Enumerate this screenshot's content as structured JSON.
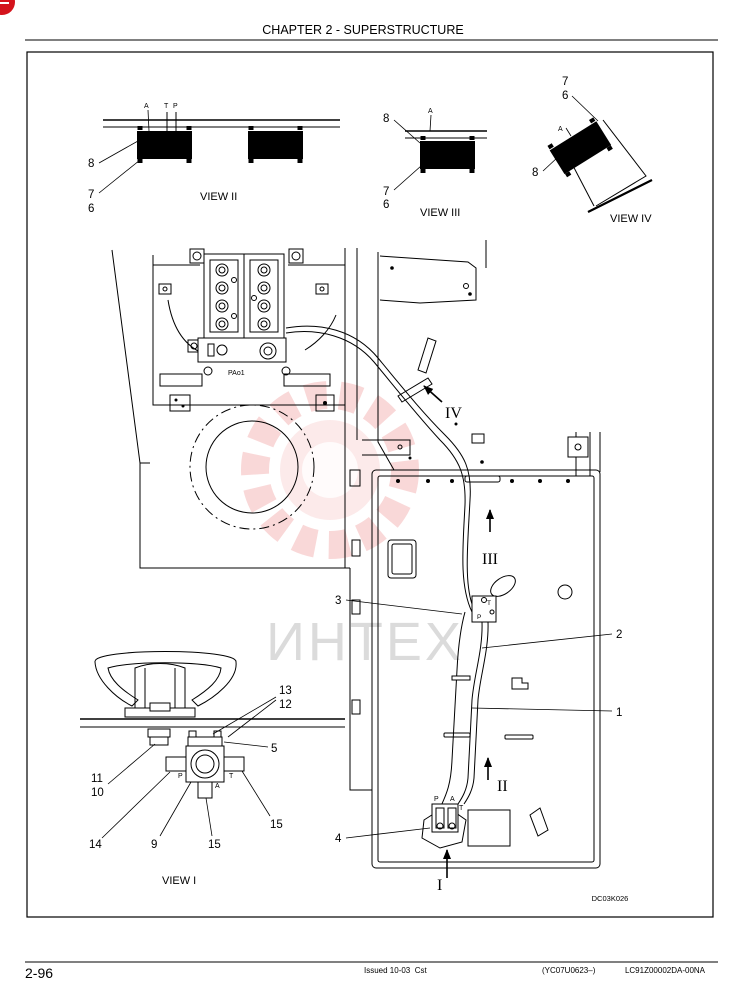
{
  "header": {
    "title": "CHAPTER 2 - SUPERSTRUCTURE"
  },
  "footer": {
    "page_number": "2-96",
    "issued": "Issued 10-03  Cst",
    "serial_range": "(YC07U0623–)",
    "doc_code": "LC91Z00002DA-00NA"
  },
  "watermark": {
    "text": "ИНТЕХ"
  },
  "colors": {
    "ink": "#000000",
    "paper": "#ffffff",
    "watermark_red": "#f2a9a9",
    "watermark_gray": "#cfcfcf",
    "corner_mark_red": "#d4141c"
  },
  "figure": {
    "code": "DC03K026",
    "view_ii": {
      "title": "VIEW II",
      "port_a": "A",
      "port_t": "T",
      "port_p": "P",
      "label_8": "8",
      "label_7": "7",
      "label_6": "6"
    },
    "view_iii": {
      "title": "VIEW III",
      "port_a": "A",
      "label_8": "8",
      "label_7": "7",
      "label_6": "6"
    },
    "view_iv": {
      "title": "VIEW IV",
      "port_a": "A",
      "label_8": "8",
      "label_7": "7",
      "label_6": "6"
    },
    "view_i": {
      "title": "VIEW I",
      "port_p": "P",
      "port_a": "A",
      "port_t": "T",
      "label_13": "13",
      "label_12": "12",
      "label_5": "5",
      "label_11": "11",
      "label_10": "10",
      "label_15_right": "15",
      "label_14": "14",
      "label_9": "9",
      "label_15_bottom": "15"
    },
    "main": {
      "port_label": "PAo1",
      "callout_1": "1",
      "callout_2": "2",
      "callout_3": "3",
      "callout_4": "4",
      "valve_2_t": "T",
      "valve_2_p": "P",
      "valve_4_p": "P",
      "valve_4_a": "A",
      "valve_4_t": "T",
      "arrow_i": "I",
      "arrow_ii": "II",
      "arrow_iii": "III",
      "arrow_iv": "IV"
    }
  }
}
